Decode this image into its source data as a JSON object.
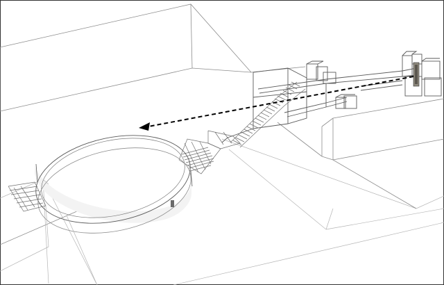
{
  "diagram": {
    "kind": "isometric-wireframe",
    "colors": {
      "background": "#ffffff",
      "frame": "#333333",
      "line": "#8c8c8c",
      "line_dark": "#5a5a5a",
      "wall_fill": "#e6e6e6",
      "door_fill": "#8f8a7e",
      "arrow": "#000000"
    },
    "arrow": {
      "style": "dashed",
      "head": "arrowhead-left"
    }
  }
}
